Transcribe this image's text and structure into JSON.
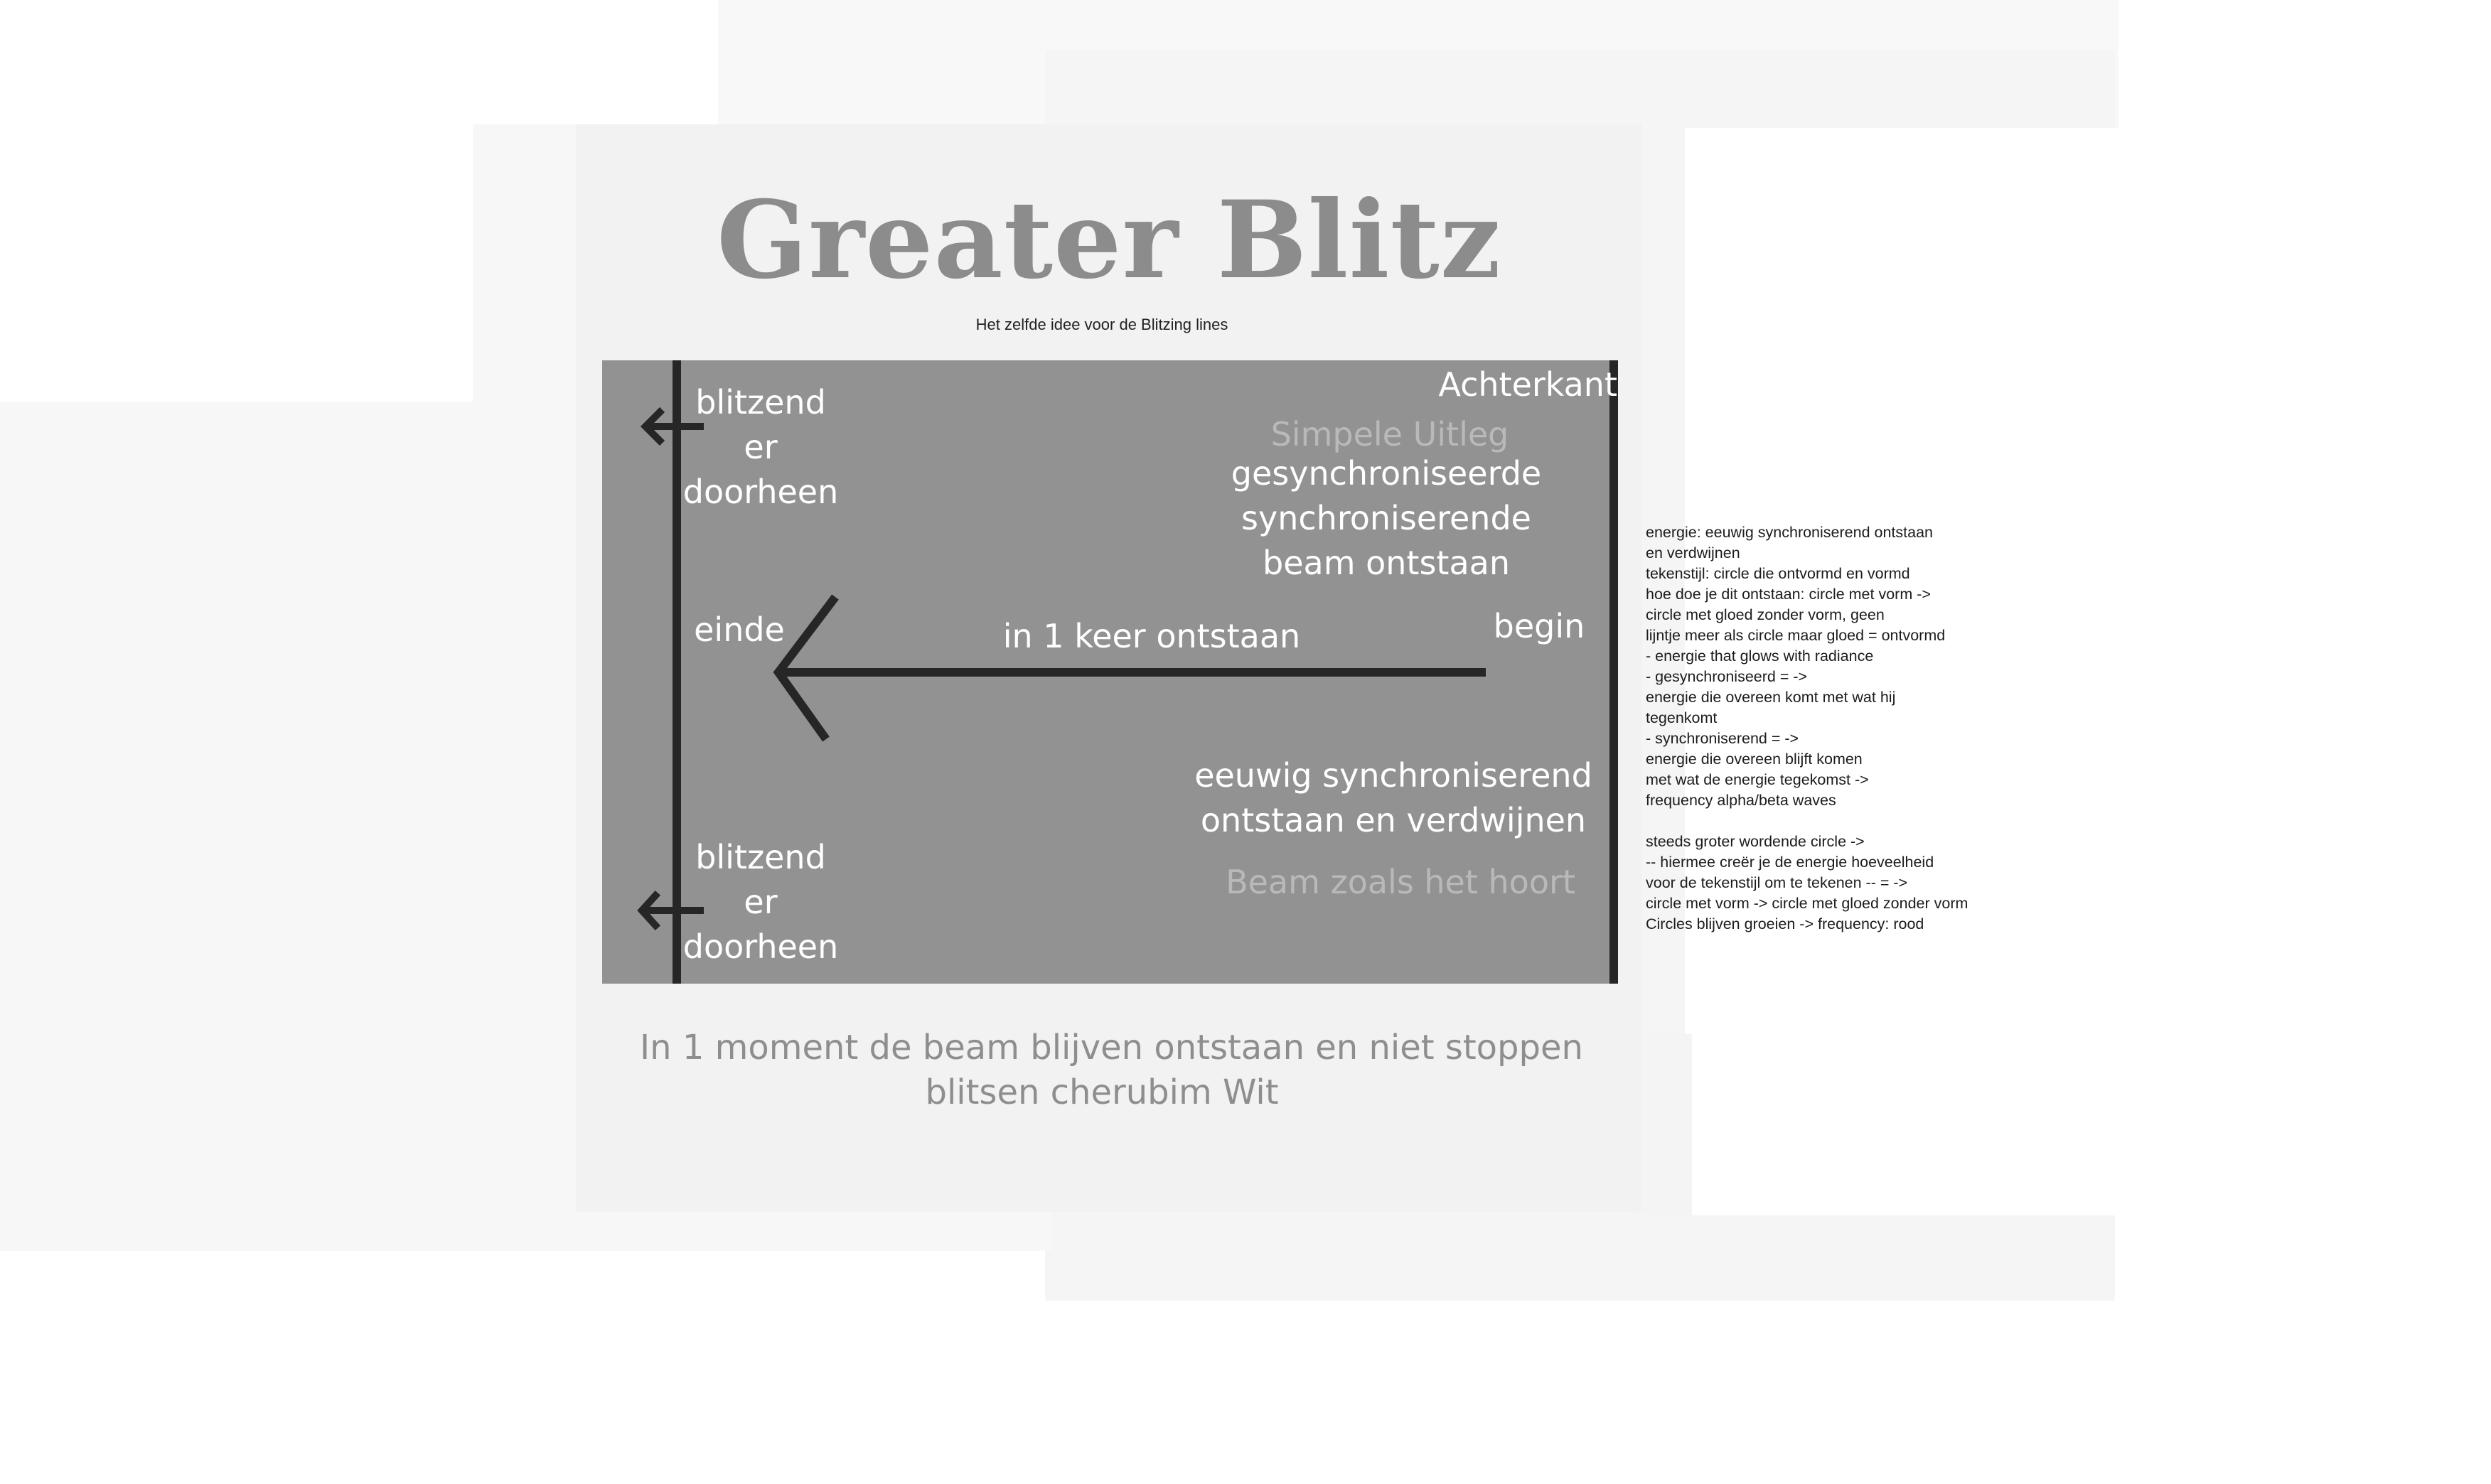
{
  "title": "Greater Blitz",
  "subtitle": "Het zelfde idee voor de Blitzing lines",
  "diagram": {
    "achterkant": "Achterkant",
    "simpele_uitleg": "Simpele Uitleg",
    "gesync_lines": [
      "gesynchroniseerde",
      "synchroniserende",
      "beam ontstaan"
    ],
    "begin": "begin",
    "in_1_keer": "in 1 keer ontstaan",
    "einde": "einde",
    "blitzend_top": [
      "blitzend",
      "er",
      "doorheen"
    ],
    "blitzend_bottom": [
      "blitzend",
      "er",
      "doorheen"
    ],
    "eeuwig_lines": [
      "eeuwig synchroniserend",
      "ontstaan en verdwijnen"
    ],
    "beam_zoals": "Beam zoals het hoort"
  },
  "caption_lines": [
    "In 1 moment de beam blijven ontstaan en niet stoppen",
    "blitsen cherubim Wit"
  ],
  "notes": [
    "energie: eeuwig synchroniserend ontstaan",
    "en verdwijnen",
    "tekenstijl: circle die ontvormd en vormd",
    "hoe doe je dit ontstaan: circle met vorm ->",
    "circle met gloed zonder vorm, geen",
    "lijntje meer als circle maar gloed = ontvormd",
    "- energie that glows with radiance",
    "- gesynchroniseerd = ->",
    " energie die overeen komt met wat hij",
    "tegenkomt",
    "- synchroniserend = ->",
    "energie die overeen blijft komen",
    "met wat de energie tegekomst ->",
    "frequency alpha/beta waves",
    "",
    "steeds groter wordende circle ->",
    "-- hiermee creër je de energie hoeveelheid",
    "voor de tekenstijl om te tekenen -- = ->",
    "circle met vorm -> circle met gloed zonder vorm",
    "Circles blijven groeien -> frequency: rood"
  ]
}
